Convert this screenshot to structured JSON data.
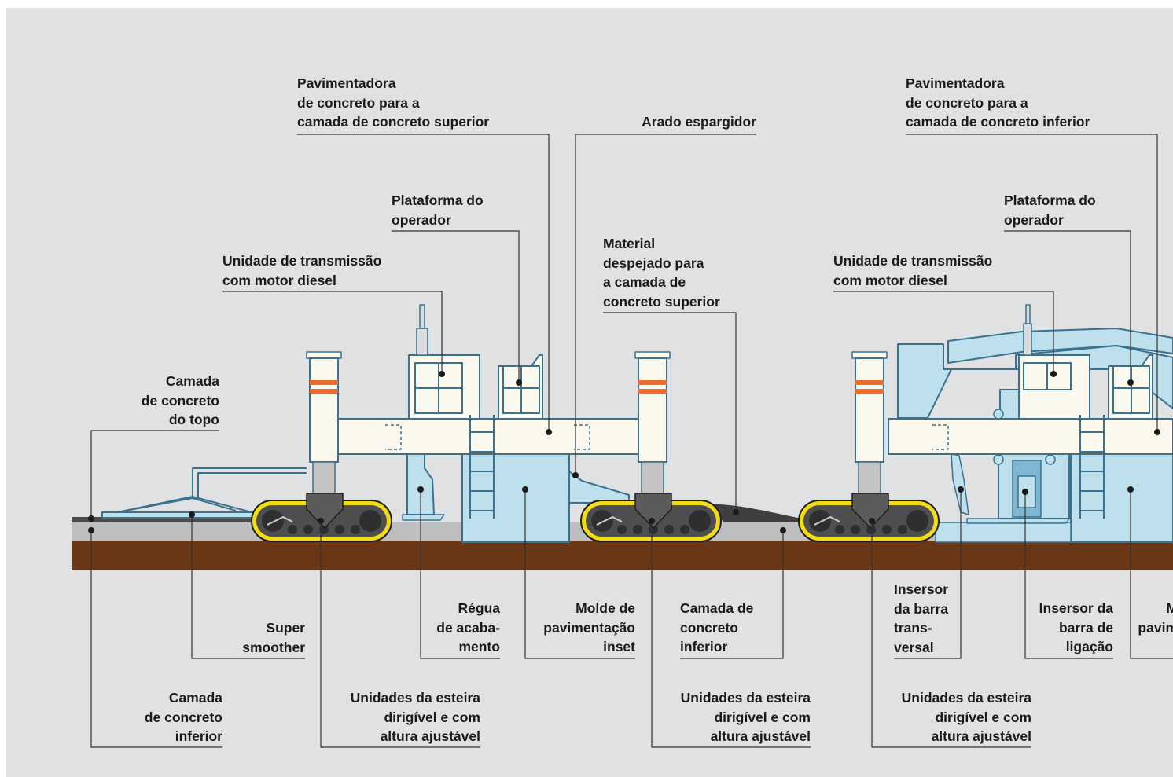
{
  "labels": {
    "top_paver_upper": "Pavimentadora\nde concreto para a\ncamada de concreto superior",
    "spreader_plough": "Arado espargidor",
    "top_paver_lower": "Pavimentadora\nde concreto para a\ncamada de concreto inferior",
    "operator_platform_1": "Plataforma do\noperador",
    "operator_platform_2": "Plataforma do\noperador",
    "drive_unit_1": "Unidade de transmissão\ncom motor diesel",
    "drive_unit_2": "Unidade de transmissão\ncom motor diesel",
    "material_upper_layer": "Material\ndespejado para\na camada de\nconcreto superior",
    "top_concrete_layer": "Camada\nde concreto\ndo topo",
    "super_smoother": "Super\nsmoother",
    "finishing_screed": "Régua\nde acaba-\nmento",
    "inset_mould": "Molde de\npavimentação\ninset",
    "lower_concrete_layer_mid": "Camada de\nconcreto\ninferior",
    "dowel_bar_inserter": "Insersor\nda barra\ntrans-\nversal",
    "tie_bar_inserter": "Insersor da\nbarra de\nligação",
    "inset_mould_cut": "M\npavim",
    "lower_concrete_layer_left": "Camada\nde concreto\ninferior",
    "track_units_1": "Unidades da esteira\ndirigível e com\naltura ajustável",
    "track_units_2": "Unidades da esteira\ndirigível e com\naltura ajustável",
    "track_units_3": "Unidades da esteira\ndirigível e com\naltura ajustável"
  },
  "colors": {
    "background": "#e0e1e2",
    "machine_body": "#fbf9ee",
    "machine_blue": "#bde0ec",
    "outline": "#3a7190",
    "soil": "#6a3716",
    "concrete_layer": "#bdbebf",
    "track_yellow": "#f2dc14",
    "track_dark": "#4e4e4e",
    "orange_band": "#ea6e2b",
    "leader_line": "#333333"
  }
}
